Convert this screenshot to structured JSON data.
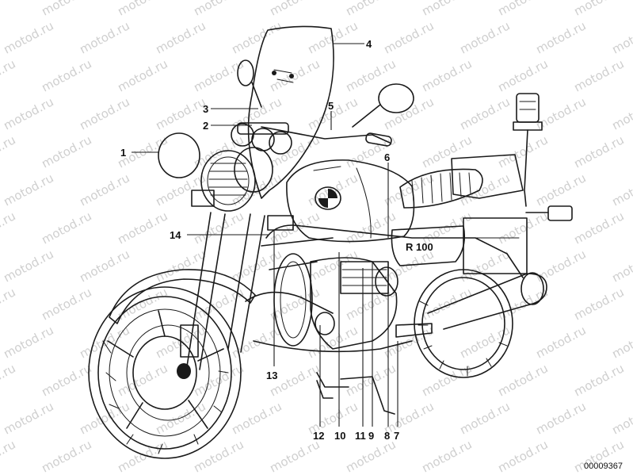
{
  "watermark": "motod.ru",
  "part_number": "00009367",
  "tank_badge": "R 100",
  "callouts": [
    "1",
    "2",
    "3",
    "4",
    "5",
    "6",
    "7",
    "8",
    "9",
    "10",
    "11",
    "12",
    "13",
    "14"
  ]
}
